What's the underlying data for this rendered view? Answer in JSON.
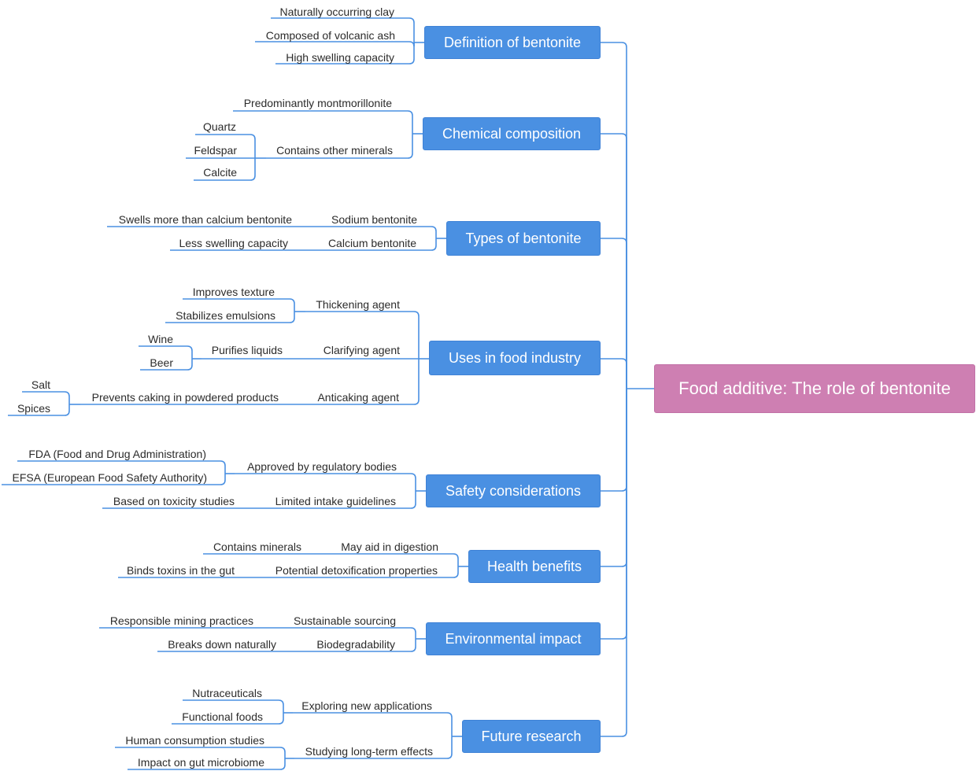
{
  "root": "Food additive: The role of bentonite",
  "branches": [
    {
      "title": "Definition of bentonite",
      "items": [
        {
          "text": "Naturally occurring clay"
        },
        {
          "text": "Composed of volcanic ash"
        },
        {
          "text": "High swelling capacity"
        }
      ]
    },
    {
      "title": "Chemical composition",
      "items": [
        {
          "text": "Predominantly montmorillonite"
        },
        {
          "text": "Contains other minerals",
          "children": [
            "Quartz",
            "Feldspar",
            "Calcite"
          ]
        }
      ]
    },
    {
      "title": "Types of bentonite",
      "items": [
        {
          "text": "Sodium bentonite",
          "children": [
            "Swells more than calcium bentonite"
          ]
        },
        {
          "text": "Calcium bentonite",
          "children": [
            "Less swelling capacity"
          ]
        }
      ]
    },
    {
      "title": "Uses in food industry",
      "items": [
        {
          "text": "Thickening agent",
          "children": [
            "Improves texture",
            "Stabilizes emulsions"
          ]
        },
        {
          "text": "Clarifying agent",
          "children": [
            {
              "text": "Purifies liquids",
              "children": [
                "Wine",
                "Beer"
              ]
            }
          ]
        },
        {
          "text": "Anticaking agent",
          "children": [
            {
              "text": "Prevents caking in powdered products",
              "children": [
                "Salt",
                "Spices"
              ]
            }
          ]
        }
      ]
    },
    {
      "title": "Safety considerations",
      "items": [
        {
          "text": "Approved by regulatory bodies",
          "children": [
            "FDA (Food and Drug Administration)",
            "EFSA (European Food Safety Authority)"
          ]
        },
        {
          "text": "Limited intake guidelines",
          "children": [
            "Based on toxicity studies"
          ]
        }
      ]
    },
    {
      "title": "Health benefits",
      "items": [
        {
          "text": "May aid in digestion",
          "children": [
            "Contains minerals"
          ]
        },
        {
          "text": "Potential detoxification properties",
          "children": [
            "Binds toxins in the gut"
          ]
        }
      ]
    },
    {
      "title": "Environmental impact",
      "items": [
        {
          "text": "Sustainable sourcing",
          "children": [
            "Responsible mining practices"
          ]
        },
        {
          "text": "Biodegradability",
          "children": [
            "Breaks down naturally"
          ]
        }
      ]
    },
    {
      "title": "Future research",
      "items": [
        {
          "text": "Exploring new applications",
          "children": [
            "Nutraceuticals",
            "Functional foods"
          ]
        },
        {
          "text": "Studying long-term effects",
          "children": [
            "Human consumption studies",
            "Impact on gut microbiome"
          ]
        }
      ]
    }
  ],
  "colors": {
    "branch": "#4a90e2",
    "root": "#ce7fb2",
    "line": "#4a90e2",
    "text": "#2b2b2b"
  }
}
